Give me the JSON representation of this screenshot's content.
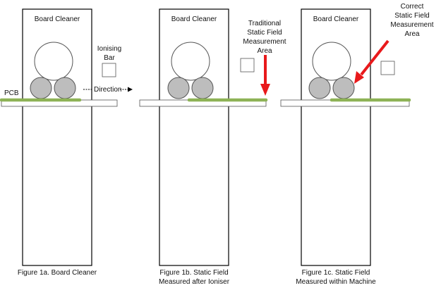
{
  "panels": [
    {
      "machine_label": "Board Cleaner",
      "caption_line1": "Figure 1a. Board Cleaner",
      "caption_line2": ""
    },
    {
      "machine_label": "Board Cleaner",
      "caption_line1": "Figure 1b. Static Field",
      "caption_line2": "Measured after Ioniser"
    },
    {
      "machine_label": "Board Cleaner",
      "caption_line1": "Figure 1c. Static Field",
      "caption_line2": "Measured within Machine"
    }
  ],
  "labels": {
    "ionising_bar": "Ionising\nBar",
    "pcb": "PCB",
    "direction": "Direction",
    "traditional_area": "Traditional\nStatic Field\nMeasurement\nArea",
    "correct_area": "Correct\nStatic Field\nMeasurement\nArea"
  },
  "colors": {
    "pcb_green": "#8db255",
    "arrow_red": "#e8191b",
    "roller_fill": "#bdbdbd",
    "outline": "#000000"
  }
}
